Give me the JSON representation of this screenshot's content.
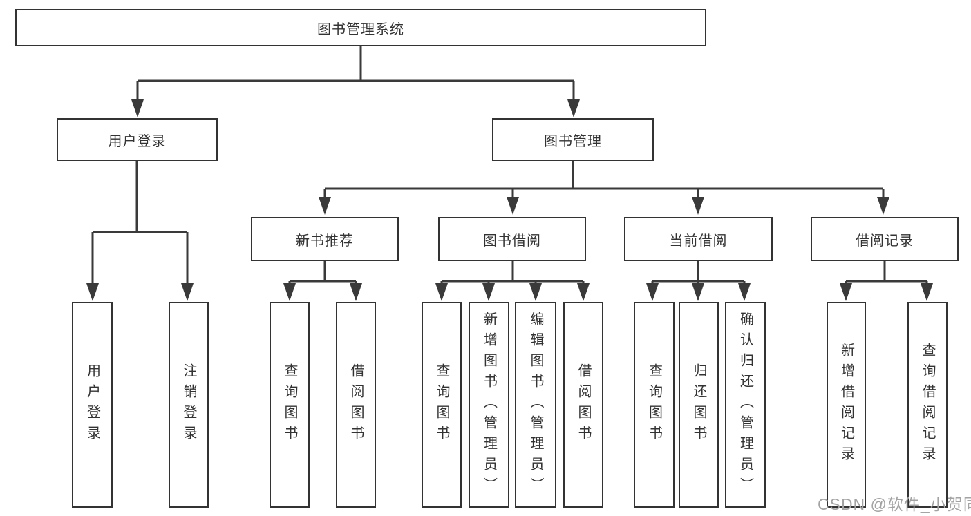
{
  "diagram": {
    "nodes": {
      "root": "图书管理系统",
      "user_login_branch": "用户登录",
      "book_mgmt_branch": "图书管理",
      "new_book_rec": "新书推荐",
      "book_borrow": "图书借阅",
      "current_borrow": "当前借阅",
      "borrow_records": "借阅记录",
      "leaf_user_login": "用户登录",
      "leaf_logout": "注销登录",
      "leaf_nbr_query_book": "查询图书",
      "leaf_nbr_borrow_book": "借阅图书",
      "leaf_bb_query_book": "查询图书",
      "leaf_bb_add_book": "新增图书（管理员）",
      "leaf_bb_edit_book": "编辑图书（管理员）",
      "leaf_bb_borrow_book": "借阅图书",
      "leaf_cb_query_book": "查询图书",
      "leaf_cb_return_book": "归还图书",
      "leaf_cb_confirm_return": "确认归还（管理员）",
      "leaf_br_add_record": "新增借阅记录",
      "leaf_br_query_record": "查询借阅记录"
    }
  },
  "watermark": "CSDN @软件_小贺同学",
  "colors": {
    "line": "#3a3a3a",
    "box_border": "#333333",
    "box_fill": "#ffffff",
    "text": "#333333",
    "watermark": "#a3a3a3",
    "background": "#ffffff"
  }
}
